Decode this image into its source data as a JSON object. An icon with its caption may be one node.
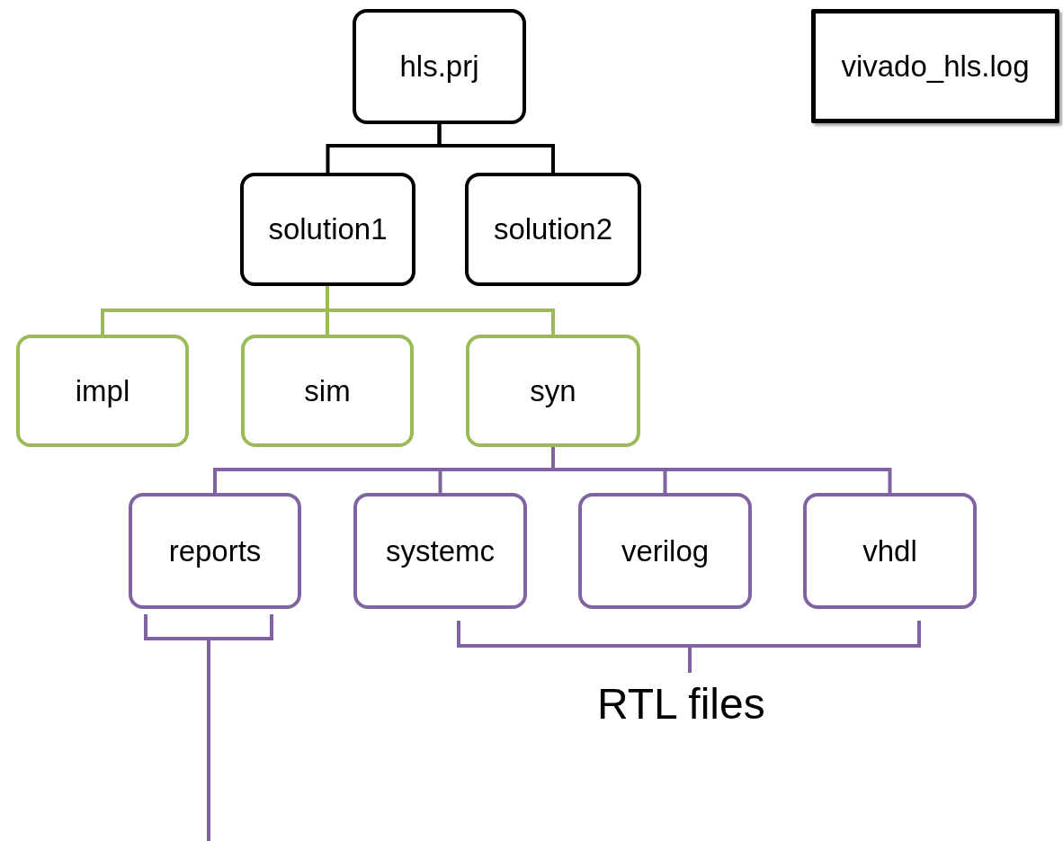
{
  "diagram": {
    "nodes": [
      {
        "text": [
          "hls.prj"
        ]
      },
      {
        "text": [
          "vivado_hls.log"
        ]
      },
      {
        "text": [
          "solution1"
        ]
      },
      {
        "text": [
          "solution2"
        ]
      },
      {
        "text": [
          "impl"
        ]
      },
      {
        "text": [
          "sim"
        ]
      },
      {
        "text": [
          "syn"
        ]
      },
      {
        "text": [
          "reports"
        ]
      },
      {
        "text": [
          "systemc"
        ]
      },
      {
        "text": [
          "verilog"
        ]
      },
      {
        "text": [
          "vhdl"
        ]
      }
    ],
    "edges": [
      {
        "from": 0,
        "to": 2,
        "arrow": "none",
        "color": "#000000"
      },
      {
        "from": 0,
        "to": 3,
        "arrow": "none",
        "color": "#000000"
      },
      {
        "from": 2,
        "to": 4,
        "arrow": "none",
        "color": "#9bbb59"
      },
      {
        "from": 2,
        "to": 5,
        "arrow": "none",
        "color": "#9bbb59"
      },
      {
        "from": 2,
        "to": 6,
        "arrow": "none",
        "color": "#9bbb59"
      },
      {
        "from": 6,
        "to": 7,
        "arrow": "none"
      },
      {
        "from": 6,
        "to": 8,
        "arrow": "none"
      },
      {
        "from": 6,
        "to": 9,
        "arrow": "none"
      },
      {
        "from": 6,
        "to": 10,
        "arrow": "none"
      }
    ],
    "labels": [
      "RTL files"
    ]
  }
}
